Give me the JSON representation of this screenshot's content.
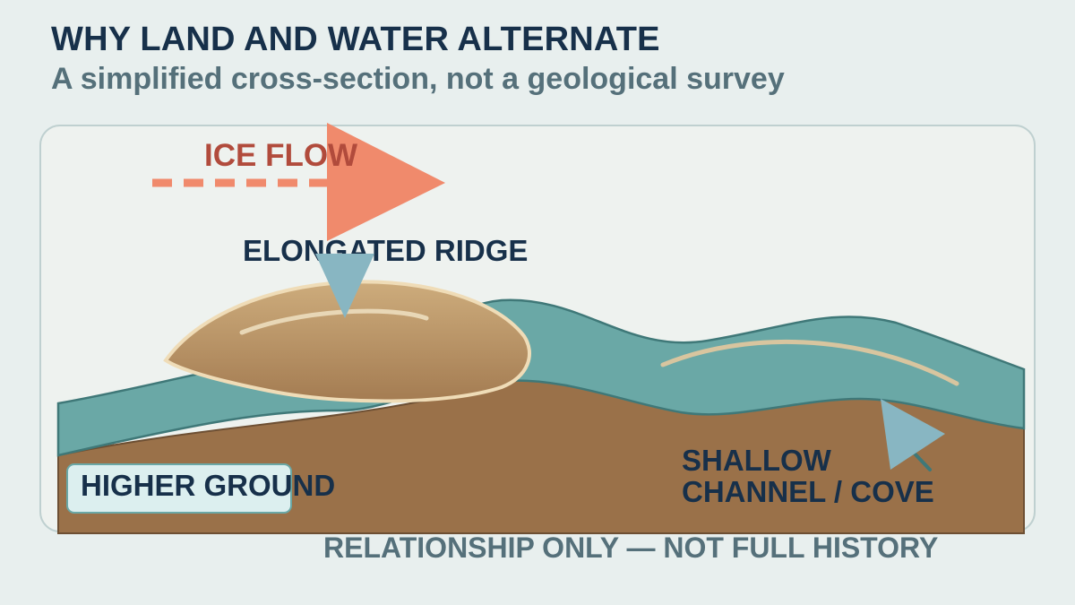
{
  "header": {
    "title": "WHY LAND AND WATER ALTERNATE",
    "subtitle": "A simplified cross-section, not a geological survey"
  },
  "labels": {
    "ice_flow": "ICE FLOW",
    "ridge": "ELONGATED RIDGE",
    "higher_ground": "HIGHER GROUND",
    "channel_line1": "SHALLOW",
    "channel_line2": "CHANNEL / COVE",
    "caveat": "RELATIONSHIP ONLY — NOT FULL HISTORY"
  },
  "colors": {
    "background": "#e8efee",
    "panel": "#eef2ef",
    "panel_border": "#bfd0d0",
    "ground": "#9a7149",
    "water": "#6aa8a6",
    "water_edge": "#3f7878",
    "ridge_top": "#c9a878",
    "ridge_bottom": "#a77f55",
    "ridge_outline": "#efdcb7",
    "ice_flow": "#f08a6c",
    "ice_flow_text": "#b14b3c",
    "pointer": "#88b6c2",
    "title": "#17304a",
    "subtitle": "#55707a"
  }
}
